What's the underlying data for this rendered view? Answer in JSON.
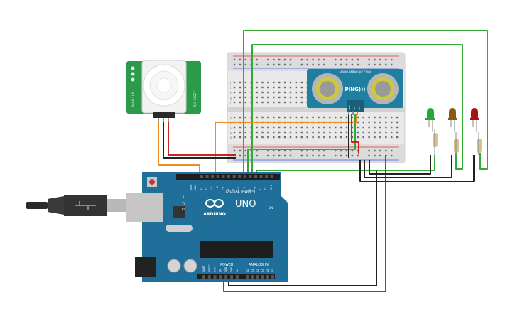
{
  "arduino": {
    "brand": "UNO",
    "logo_text": "ARDUINO",
    "digital_label": "DIGITAL (PWM~)",
    "power_label": "POWER",
    "analog_label": "ANALOG IN",
    "aref_label": "AREF",
    "gnd_label": "GND",
    "on_label": "ON",
    "l_label": "L",
    "tx_label": "TX",
    "rx_label": "RX",
    "digital_pins": [
      "13",
      "12",
      "~11",
      "~10",
      "~9",
      "8",
      "7",
      "~6",
      "~5",
      "4",
      "~3",
      "2",
      "TX 1",
      "RX 0"
    ],
    "power_pins": [
      "IOREF",
      "RESET",
      "3.3V",
      "5V",
      "GND",
      "GND",
      "Vin"
    ],
    "analog_pins": [
      "A0",
      "A1",
      "A2",
      "A3",
      "A4",
      "A5"
    ]
  },
  "pir": {
    "left_text": "PARALLAX",
    "right_text": "555-28027"
  },
  "ping": {
    "label": "PING)))",
    "website": "WWW.PARALLAX.COM",
    "pins": [
      "GND",
      "5V",
      "SIG"
    ]
  },
  "leds": [
    {
      "color": "#22aa33",
      "name": "green"
    },
    {
      "color": "#8a5a12",
      "name": "yellow"
    },
    {
      "color": "#aa1111",
      "name": "red"
    }
  ],
  "breadboard": {
    "row_letters_top": [
      "j",
      "i",
      "h",
      "g",
      "f"
    ],
    "row_letters_bottom": [
      "e",
      "d",
      "c",
      "b",
      "a"
    ]
  }
}
